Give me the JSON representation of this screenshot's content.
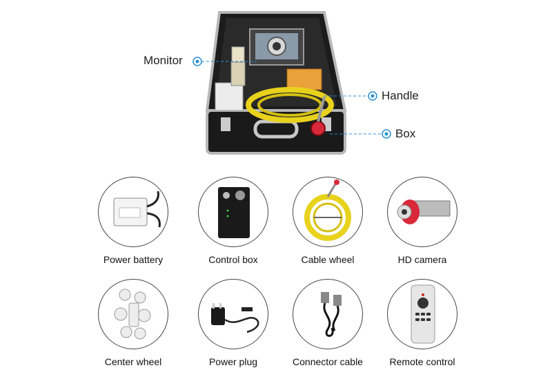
{
  "hero": {
    "callouts": {
      "monitor": "Monitor",
      "handle": "Handle",
      "box": "Box"
    }
  },
  "products": [
    {
      "label": "Power battery",
      "icon": "battery-pack-icon"
    },
    {
      "label": "Control box",
      "icon": "control-box-icon"
    },
    {
      "label": "Cable wheel",
      "icon": "cable-reel-icon"
    },
    {
      "label": "HD camera",
      "icon": "camera-head-icon"
    },
    {
      "label": "Center wheel",
      "icon": "centering-wheel-icon"
    },
    {
      "label": "Power plug",
      "icon": "power-adapter-icon"
    },
    {
      "label": "Connector cable",
      "icon": "connector-cable-icon"
    },
    {
      "label": "Remote control",
      "icon": "remote-control-icon"
    }
  ],
  "colors": {
    "callout_dot": "#2a8fd6",
    "case_frame": "#b8b8b8",
    "case_body": "#1a1a1a",
    "cable_yellow": "#e8d21c",
    "camera_red": "#d8283a"
  }
}
